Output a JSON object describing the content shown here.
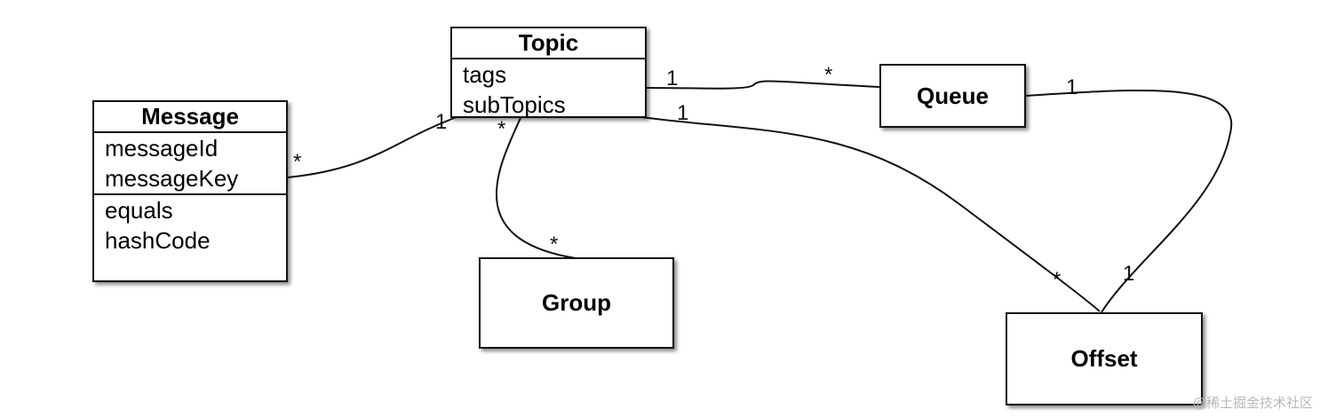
{
  "classes": {
    "topic": {
      "name": "Topic",
      "attributes": [
        "tags",
        "subTopics"
      ]
    },
    "message": {
      "name": "Message",
      "attributes": [
        "messageId",
        "messageKey"
      ],
      "methods": [
        "equals",
        "hashCode"
      ]
    }
  },
  "entities": {
    "queue": "Queue",
    "group": "Group",
    "offset": "Offset"
  },
  "associations": {
    "message_topic": {
      "message_end": "*",
      "topic_end": "1"
    },
    "topic_queue": {
      "topic_end": "1",
      "queue_end": "*"
    },
    "topic_group": {
      "topic_end": "*",
      "group_end": "*"
    },
    "topic_offset": {
      "topic_end": "1",
      "offset_end": "*"
    },
    "queue_offset": {
      "queue_end": "1",
      "offset_end": "1"
    }
  },
  "watermark": "@稀土掘金技术社区"
}
